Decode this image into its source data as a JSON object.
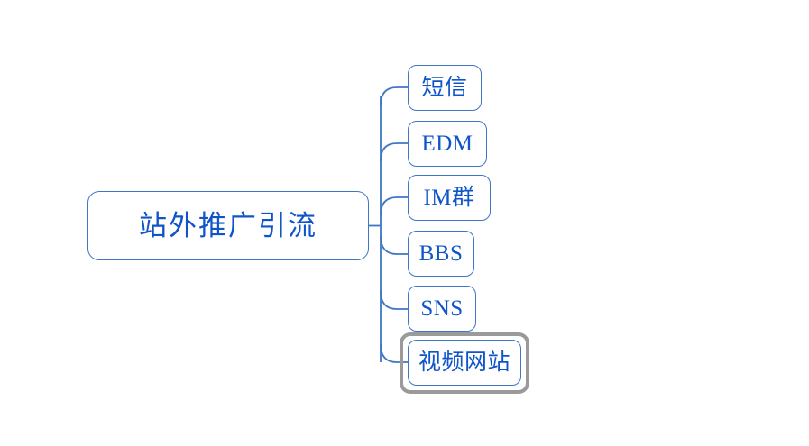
{
  "diagram": {
    "type": "mind-map",
    "orientation": "left-to-right",
    "accent_color": "#0f55c9",
    "border_color": "#3f76c4",
    "selection_color": "#9a9a9a",
    "background_color": "#ffffff",
    "root": {
      "label": "站外推广引流",
      "selected": false
    },
    "children": [
      {
        "label": "短信",
        "selected": false
      },
      {
        "label": "EDM",
        "selected": false
      },
      {
        "label": "IM群",
        "selected": false
      },
      {
        "label": "BBS",
        "selected": false
      },
      {
        "label": "SNS",
        "selected": false
      },
      {
        "label": "视频网站",
        "selected": true
      }
    ]
  }
}
